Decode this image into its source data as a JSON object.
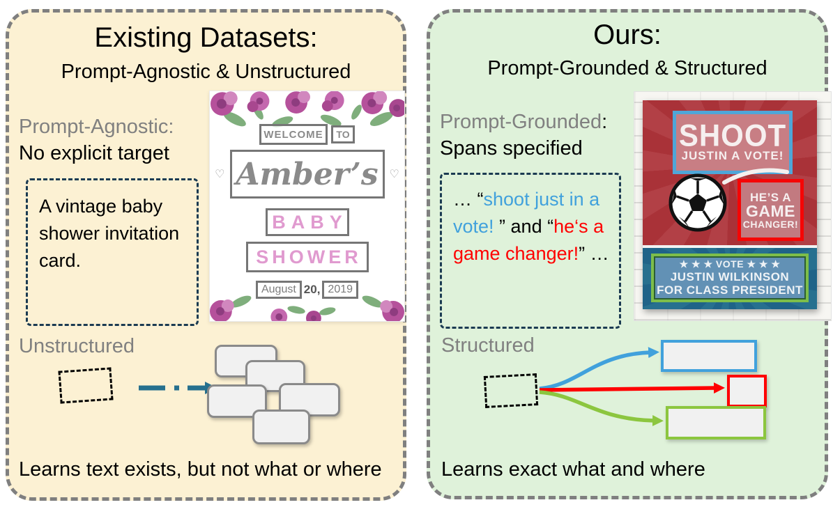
{
  "colors": {
    "left_panel_bg": "#FCF1D3",
    "right_panel_bg": "#DFF2DA",
    "panel_border_gray": "#7F7F7F",
    "prompt_dash_navy": "#1B3B52",
    "span_blue": "#41A1DC",
    "span_red": "#FF0000",
    "target_green": "#8CC63F",
    "arrow_teal": "#26708E",
    "gray_label": "#808080",
    "card_pink": "#E09ACF"
  },
  "left": {
    "title": "Existing Datasets:",
    "subtitle": "Prompt-Agnostic & Unstructured",
    "aspect1_label": "Prompt-Agnostic:",
    "aspect1_desc": "No explicit target",
    "prompt_text": "A vintage baby shower invitation card.",
    "aspect2_label": "Unstructured",
    "bottom_text": "Learns text exists, but not what or where",
    "card": {
      "welcome": "WELCOME",
      "to": "TO",
      "heart_left": "♡",
      "name": "Amber’s",
      "heart_right": "♡",
      "baby": "BABY",
      "shower": "SHOWER",
      "month": "August",
      "day": "20,",
      "year": "2019"
    }
  },
  "right": {
    "title": "Ours:",
    "subtitle": "Prompt-Grounded & Structured",
    "aspect1_label": "Prompt-Grounded",
    "aspect1_colon": ":",
    "aspect1_desc": "Spans specified",
    "prompt": {
      "pre": "…  ",
      "q1": "“",
      "span_blue": "shoot just in a vote! ",
      "q2": "” and ",
      "q3": "“",
      "span_red": "he‘s a game changer!",
      "q4": "”",
      "post": " …"
    },
    "aspect2_label": "Structured",
    "bottom_text": "Learns exact what and where",
    "poster": {
      "headline": "SHOOT",
      "subline": "JUSTIN A VOTE!",
      "badge_line1": "HE’S A",
      "badge_line2": "GAME",
      "badge_line3": "CHANGER!",
      "vote_row": "★ ★ ★ VOTE ★ ★ ★",
      "candidate": "JUSTIN WILKINSON",
      "office": "FOR CLASS PRESIDENT"
    }
  }
}
